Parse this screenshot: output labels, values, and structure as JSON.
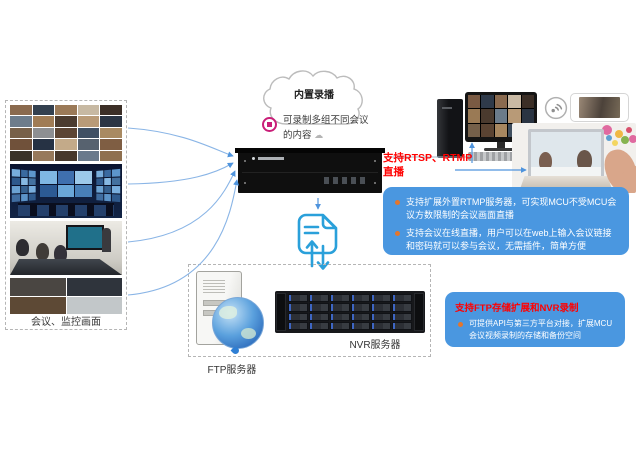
{
  "colors": {
    "box_blue": "#4a97e0",
    "banner_red": "#ff0000",
    "arrow_blue": "#8ab5e6",
    "arrow_dark": "#4f94dd",
    "icon_blue": "#2aa0da",
    "record_magenta": "#c91e78",
    "bullet_orange": "#e4762d"
  },
  "cloud": {
    "label": "内置录播"
  },
  "record_note": {
    "line1": "可录制多组不同会议",
    "line2": "的内容",
    "mini_cloud_icon": "☁"
  },
  "left_panel": {
    "caption": "会议、监控画面"
  },
  "servers": {
    "ftp_label": "FTP服务器",
    "nvr_label": "NVR服务器"
  },
  "rtsp_banner": {
    "label": "支持RTSP、RTMP直播"
  },
  "live_box": {
    "bullets": [
      "支持扩展外置RTMP服务器，可实现MCU不受MCU会议方数限制的会议画面直播",
      "支持会议在线直播，用户可以在web上输入会议链接和密码就可以参与会议，无需插件，简单方便"
    ]
  },
  "storage_box": {
    "title": "支持FTP存储扩展和NVR录制",
    "bullet": "可提供API与第三方平台对接，扩展MCU会议视频录制的存储和备份空间"
  }
}
